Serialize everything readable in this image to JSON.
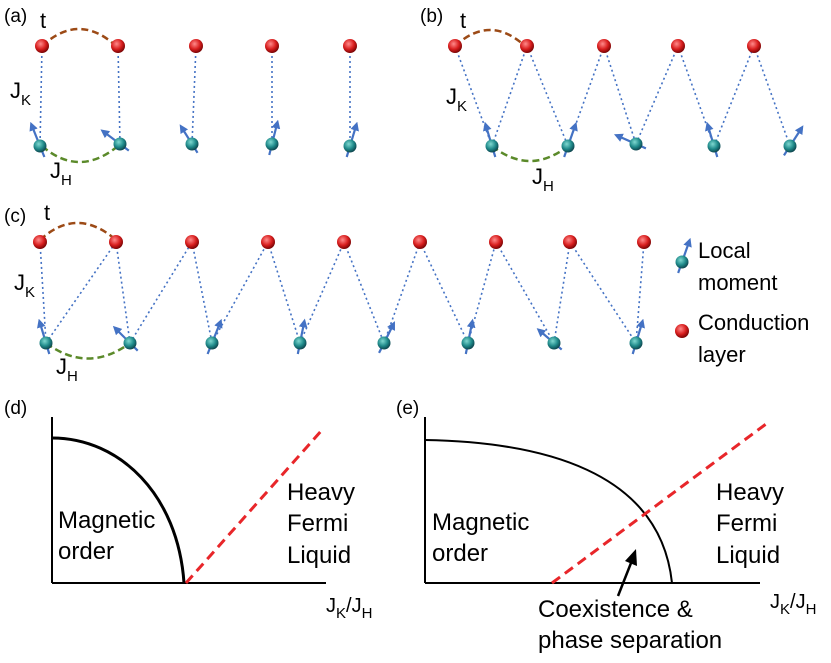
{
  "panels": {
    "a": {
      "label": "(a)",
      "t": "t",
      "jk": "J",
      "jk_sub": "K",
      "jh": "J",
      "jh_sub": "H"
    },
    "b": {
      "label": "(b)",
      "t": "t",
      "jk": "J",
      "jk_sub": "K",
      "jh": "J",
      "jh_sub": "H"
    },
    "c": {
      "label": "(c)",
      "t": "t",
      "jk": "J",
      "jk_sub": "K",
      "jh": "J",
      "jh_sub": "H"
    },
    "d": {
      "label": "(d)",
      "region_left": [
        "Magnetic",
        "order"
      ],
      "region_right": [
        "Heavy",
        "Fermi",
        "Liquid"
      ],
      "xaxis": {
        "a": "J",
        "a_sub": "K",
        "slash": "/J",
        "b_sub": "H"
      }
    },
    "e": {
      "label": "(e)",
      "region_left": [
        "Magnetic",
        "order"
      ],
      "region_right": [
        "Heavy",
        "Fermi",
        "Liquid"
      ],
      "annotation": [
        "Coexistence &",
        "phase separation"
      ],
      "xaxis": {
        "a": "J",
        "a_sub": "K",
        "slash": "/J",
        "b_sub": "H"
      }
    }
  },
  "legend": {
    "local_moment": [
      "Local",
      "moment"
    ],
    "conduction_layer": [
      "Conduction",
      "layer"
    ]
  },
  "colors": {
    "conduction": "#d81e1e",
    "moment": "#1f8a8a",
    "arrow": "#4472c4",
    "hopping_t": "#9c4a16",
    "coupling_jh": "#5b8a2a",
    "kondo_link": "#4472c4",
    "boundary": "#000000",
    "crossover": "#e8262a"
  }
}
